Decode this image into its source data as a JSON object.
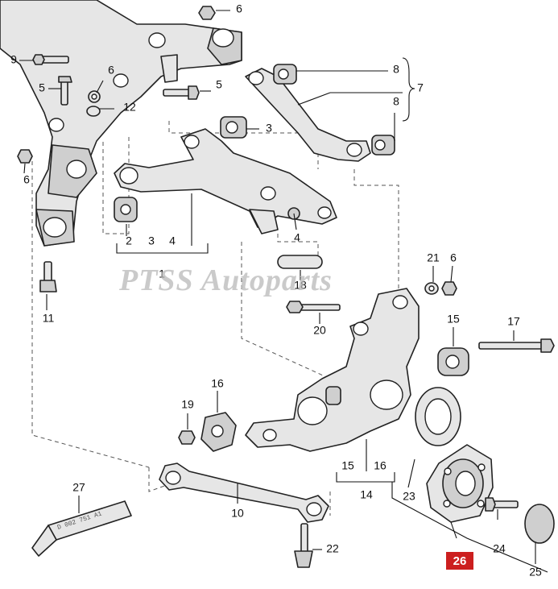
{
  "watermark": "PTSS Autoparts",
  "tube_text": "D 002 751 A1",
  "labels": {
    "l1": "1",
    "l2": "2",
    "l3": "3",
    "l3b": "3",
    "l4": "4",
    "l4b": "4",
    "l5a": "5",
    "l5b": "5",
    "l6a": "6",
    "l6b": "6",
    "l6c": "6",
    "l6d": "6",
    "l7": "7",
    "l8a": "8",
    "l8b": "8",
    "l9": "9",
    "l10": "10",
    "l11": "11",
    "l12": "12",
    "l14": "14",
    "l15a": "15",
    "l15b": "15",
    "l16a": "16",
    "l16b": "16",
    "l17": "17",
    "l18": "18",
    "l19": "19",
    "l20": "20",
    "l21": "21",
    "l22": "22",
    "l23": "23",
    "l24": "24",
    "l25": "25",
    "l26": "26",
    "l27": "27"
  },
  "colors": {
    "highlight": "#cc1f1f",
    "line": "#111111",
    "watermark": "#b8b8b8"
  }
}
